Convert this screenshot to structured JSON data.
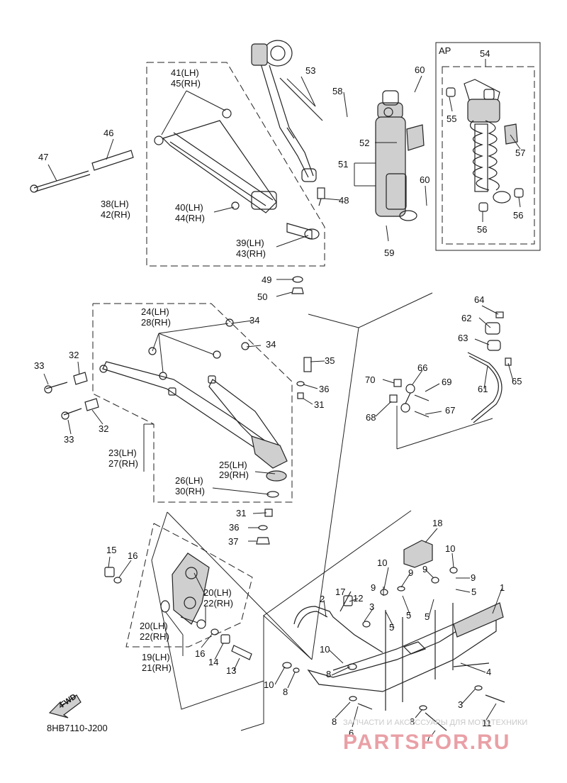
{
  "diagram": {
    "code": "8HB7110-J200",
    "ap_box_label": "AP",
    "fwd_label": "FWD",
    "watermark_line": "ЗАПЧАСТИ И АКСЕССУАРЫ ДЛЯ МОТОТЕХНИКИ",
    "watermark_brand": "PARTSFOR.RU",
    "callouts": [
      {
        "id": "c1",
        "text": "1"
      },
      {
        "id": "c2",
        "text": "2"
      },
      {
        "id": "c3a",
        "text": "3"
      },
      {
        "id": "c3b",
        "text": "3"
      },
      {
        "id": "c4",
        "text": "4"
      },
      {
        "id": "c5a",
        "text": "5"
      },
      {
        "id": "c5b",
        "text": "5"
      },
      {
        "id": "c5c",
        "text": "5"
      },
      {
        "id": "c5d",
        "text": "5"
      },
      {
        "id": "c6",
        "text": "6"
      },
      {
        "id": "c7",
        "text": "7"
      },
      {
        "id": "c8a",
        "text": "8"
      },
      {
        "id": "c8b",
        "text": "8"
      },
      {
        "id": "c8c",
        "text": "8"
      },
      {
        "id": "c8d",
        "text": "8"
      },
      {
        "id": "c9a",
        "text": "9"
      },
      {
        "id": "c9b",
        "text": "9"
      },
      {
        "id": "c9c",
        "text": "9"
      },
      {
        "id": "c9d",
        "text": "9"
      },
      {
        "id": "c10a",
        "text": "10"
      },
      {
        "id": "c10b",
        "text": "10"
      },
      {
        "id": "c10c",
        "text": "10"
      },
      {
        "id": "c10d",
        "text": "10"
      },
      {
        "id": "c11",
        "text": "11"
      },
      {
        "id": "c12",
        "text": "12"
      },
      {
        "id": "c13",
        "text": "13"
      },
      {
        "id": "c14",
        "text": "14"
      },
      {
        "id": "c15",
        "text": "15"
      },
      {
        "id": "c16a",
        "text": "16"
      },
      {
        "id": "c16b",
        "text": "16"
      },
      {
        "id": "c17",
        "text": "17"
      },
      {
        "id": "c18",
        "text": "18"
      },
      {
        "id": "c19",
        "text": "19(LH)"
      },
      {
        "id": "c21",
        "text": "21(RH)"
      },
      {
        "id": "c20a",
        "text": "20(LH)"
      },
      {
        "id": "c22a",
        "text": "22(RH)"
      },
      {
        "id": "c20b",
        "text": "20(LH)"
      },
      {
        "id": "c22b",
        "text": "22(RH)"
      },
      {
        "id": "c23",
        "text": "23(LH)"
      },
      {
        "id": "c27",
        "text": "27(RH)"
      },
      {
        "id": "c24",
        "text": "24(LH)"
      },
      {
        "id": "c28",
        "text": "28(RH)"
      },
      {
        "id": "c25",
        "text": "25(LH)"
      },
      {
        "id": "c29",
        "text": "29(RH)"
      },
      {
        "id": "c26",
        "text": "26(LH)"
      },
      {
        "id": "c30",
        "text": "30(RH)"
      },
      {
        "id": "c31a",
        "text": "31"
      },
      {
        "id": "c31b",
        "text": "31"
      },
      {
        "id": "c32a",
        "text": "32"
      },
      {
        "id": "c32b",
        "text": "32"
      },
      {
        "id": "c33a",
        "text": "33"
      },
      {
        "id": "c33b",
        "text": "33"
      },
      {
        "id": "c34a",
        "text": "34"
      },
      {
        "id": "c34b",
        "text": "34"
      },
      {
        "id": "c35",
        "text": "35"
      },
      {
        "id": "c36a",
        "text": "36"
      },
      {
        "id": "c36b",
        "text": "36"
      },
      {
        "id": "c37",
        "text": "37"
      },
      {
        "id": "c38",
        "text": "38(LH)"
      },
      {
        "id": "c42",
        "text": "42(RH)"
      },
      {
        "id": "c39",
        "text": "39(LH)"
      },
      {
        "id": "c43",
        "text": "43(RH)"
      },
      {
        "id": "c40",
        "text": "40(LH)"
      },
      {
        "id": "c44",
        "text": "44(RH)"
      },
      {
        "id": "c41",
        "text": "41(LH)"
      },
      {
        "id": "c45",
        "text": "45(RH)"
      },
      {
        "id": "c46",
        "text": "46"
      },
      {
        "id": "c47",
        "text": "47"
      },
      {
        "id": "c48",
        "text": "48"
      },
      {
        "id": "c49",
        "text": "49"
      },
      {
        "id": "c50",
        "text": "50"
      },
      {
        "id": "c51",
        "text": "51"
      },
      {
        "id": "c52",
        "text": "52"
      },
      {
        "id": "c53",
        "text": "53"
      },
      {
        "id": "c54",
        "text": "54"
      },
      {
        "id": "c55",
        "text": "55"
      },
      {
        "id": "c56a",
        "text": "56"
      },
      {
        "id": "c56b",
        "text": "56"
      },
      {
        "id": "c57",
        "text": "57"
      },
      {
        "id": "c58",
        "text": "58"
      },
      {
        "id": "c59",
        "text": "59"
      },
      {
        "id": "c60a",
        "text": "60"
      },
      {
        "id": "c60b",
        "text": "60"
      },
      {
        "id": "c61",
        "text": "61"
      },
      {
        "id": "c62",
        "text": "62"
      },
      {
        "id": "c63",
        "text": "63"
      },
      {
        "id": "c64",
        "text": "64"
      },
      {
        "id": "c65",
        "text": "65"
      },
      {
        "id": "c66",
        "text": "66"
      },
      {
        "id": "c67",
        "text": "67"
      },
      {
        "id": "c68",
        "text": "68"
      },
      {
        "id": "c69",
        "text": "69"
      },
      {
        "id": "c70",
        "text": "70"
      }
    ]
  }
}
